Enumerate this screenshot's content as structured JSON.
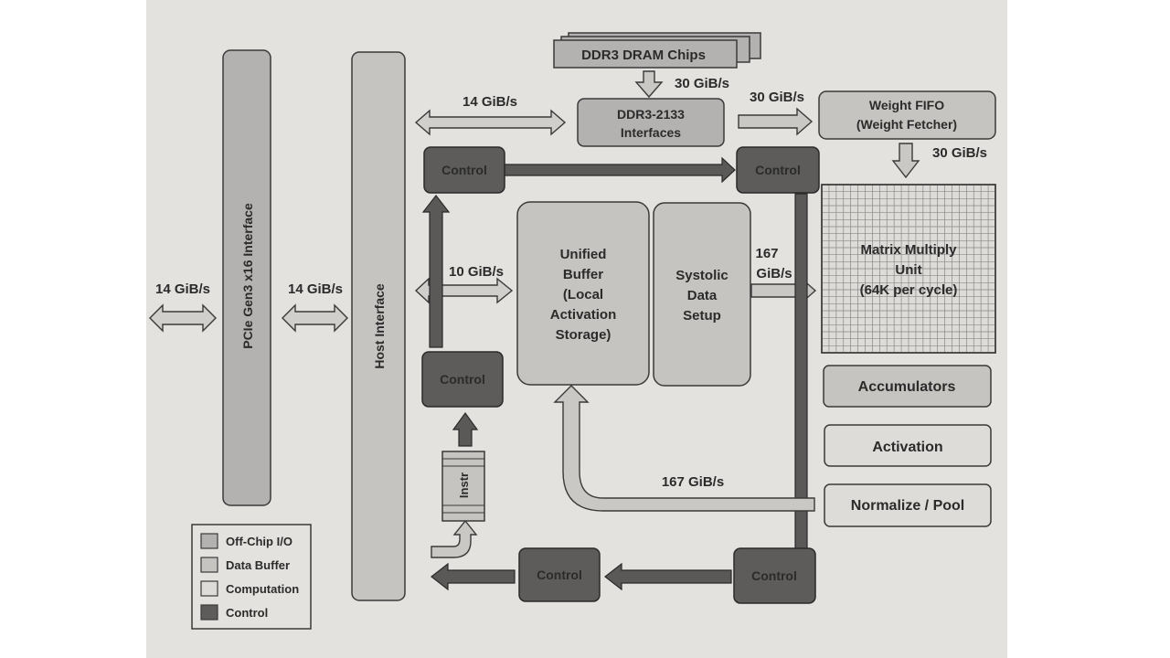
{
  "diagram": {
    "blocks": {
      "pcie": "PCIe Gen3 x16 Interface",
      "host_interface": "Host Interface",
      "dram_chips": "DDR3 DRAM Chips",
      "ddr3_interfaces": [
        "DDR3-2133",
        "Interfaces"
      ],
      "weight_fifo": [
        "Weight FIFO",
        "(Weight Fetcher)"
      ],
      "unified_buffer": [
        "Unified",
        "Buffer",
        "(Local",
        "Activation",
        "Storage)"
      ],
      "systolic_setup": [
        "Systolic",
        "Data",
        "Setup"
      ],
      "matrix_unit": [
        "Matrix Multiply",
        "Unit",
        "(64K per cycle)"
      ],
      "accumulators": "Accumulators",
      "activation": "Activation",
      "normalize_pool": "Normalize / Pool",
      "instr": "Instr",
      "control": "Control"
    },
    "bandwidths": {
      "pcie_left": "14 GiB/s",
      "pcie_host": "14 GiB/s",
      "host_ddr3": "14 GiB/s",
      "dram_to_ddr3": "30 GiB/s",
      "ddr3_to_fifo": "30 GiB/s",
      "fifo_to_mmu": "30 GiB/s",
      "host_to_buffer": "10 GiB/s",
      "setup_to_mmu": [
        "167",
        "GiB/s"
      ],
      "return_path": "167 GiB/s"
    },
    "legend": [
      {
        "label": "Off-Chip I/O",
        "color": "#b4b2b0"
      },
      {
        "label": "Data Buffer",
        "color": "#c6c4c1"
      },
      {
        "label": "Computation",
        "color": "#dddcd9"
      },
      {
        "label": "Control",
        "color": "#5d5c5a"
      }
    ]
  }
}
